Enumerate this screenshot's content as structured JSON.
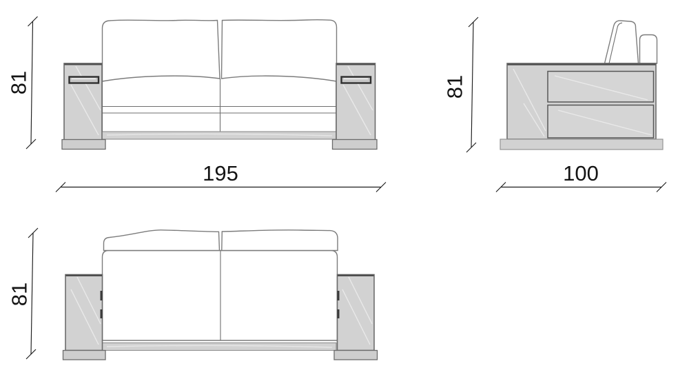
{
  "diagram": {
    "views": {
      "front": {
        "height_label": "81",
        "width_label": "195"
      },
      "side": {
        "height_label": "81",
        "depth_label": "100"
      },
      "back": {
        "height_label": "81"
      }
    },
    "colors": {
      "body_fill": "#d2d2d2",
      "outline": "#6b6b6b",
      "dimension_line": "#1b1b1b",
      "background": "#ffffff"
    }
  }
}
